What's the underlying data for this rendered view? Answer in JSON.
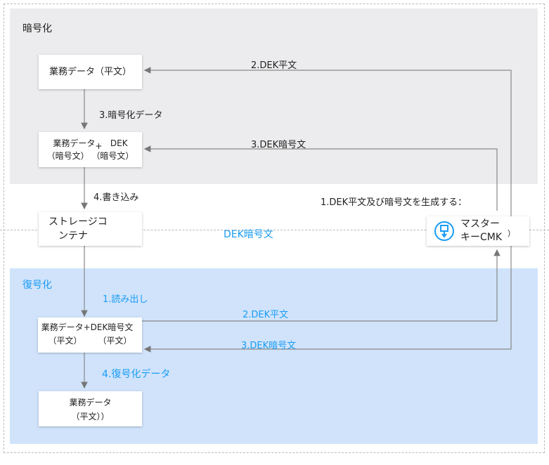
{
  "encrypt": {
    "title": "暗号化",
    "box1": "業務データ（平文）",
    "box2_a": "業務データ",
    "box2_plus": "+",
    "box2_b": "DEK",
    "box2_c": "（暗号文）",
    "box2_d": "（暗号文）",
    "label_dek_plain": "2.DEK平文",
    "label_encrypted_data": "3.暗号化データ",
    "label_dek_cipher": "3.DEK暗号文",
    "label_write": "4.書き込み",
    "label_generate": "1.DEK平文及び暗号文を生成する："
  },
  "storage": {
    "line1": "ストレージコ",
    "line2": "ンテナ",
    "label_dek_cipher": "DEK暗号文"
  },
  "cmk": {
    "line1": "マスター",
    "line2": "キーCMK",
    "trail": "）",
    "icon": "key-icon"
  },
  "decrypt": {
    "title": "復号化",
    "label_read": "1.読み出し",
    "label_dek_plain": "2.DEK平文",
    "label_dek_cipher": "3.DEK暗号文",
    "label_decrypted": "4.復号化データ",
    "box1_a": "業務データ+DEK暗号文",
    "box1_b": "（平文）",
    "box1_c": "（平文）",
    "box2_a": "業務データ",
    "box2_b": "（平文））"
  },
  "colors": {
    "blue": "#1a9cf5",
    "gray_region": "#ececee",
    "blue_region": "#d0e3fb"
  }
}
